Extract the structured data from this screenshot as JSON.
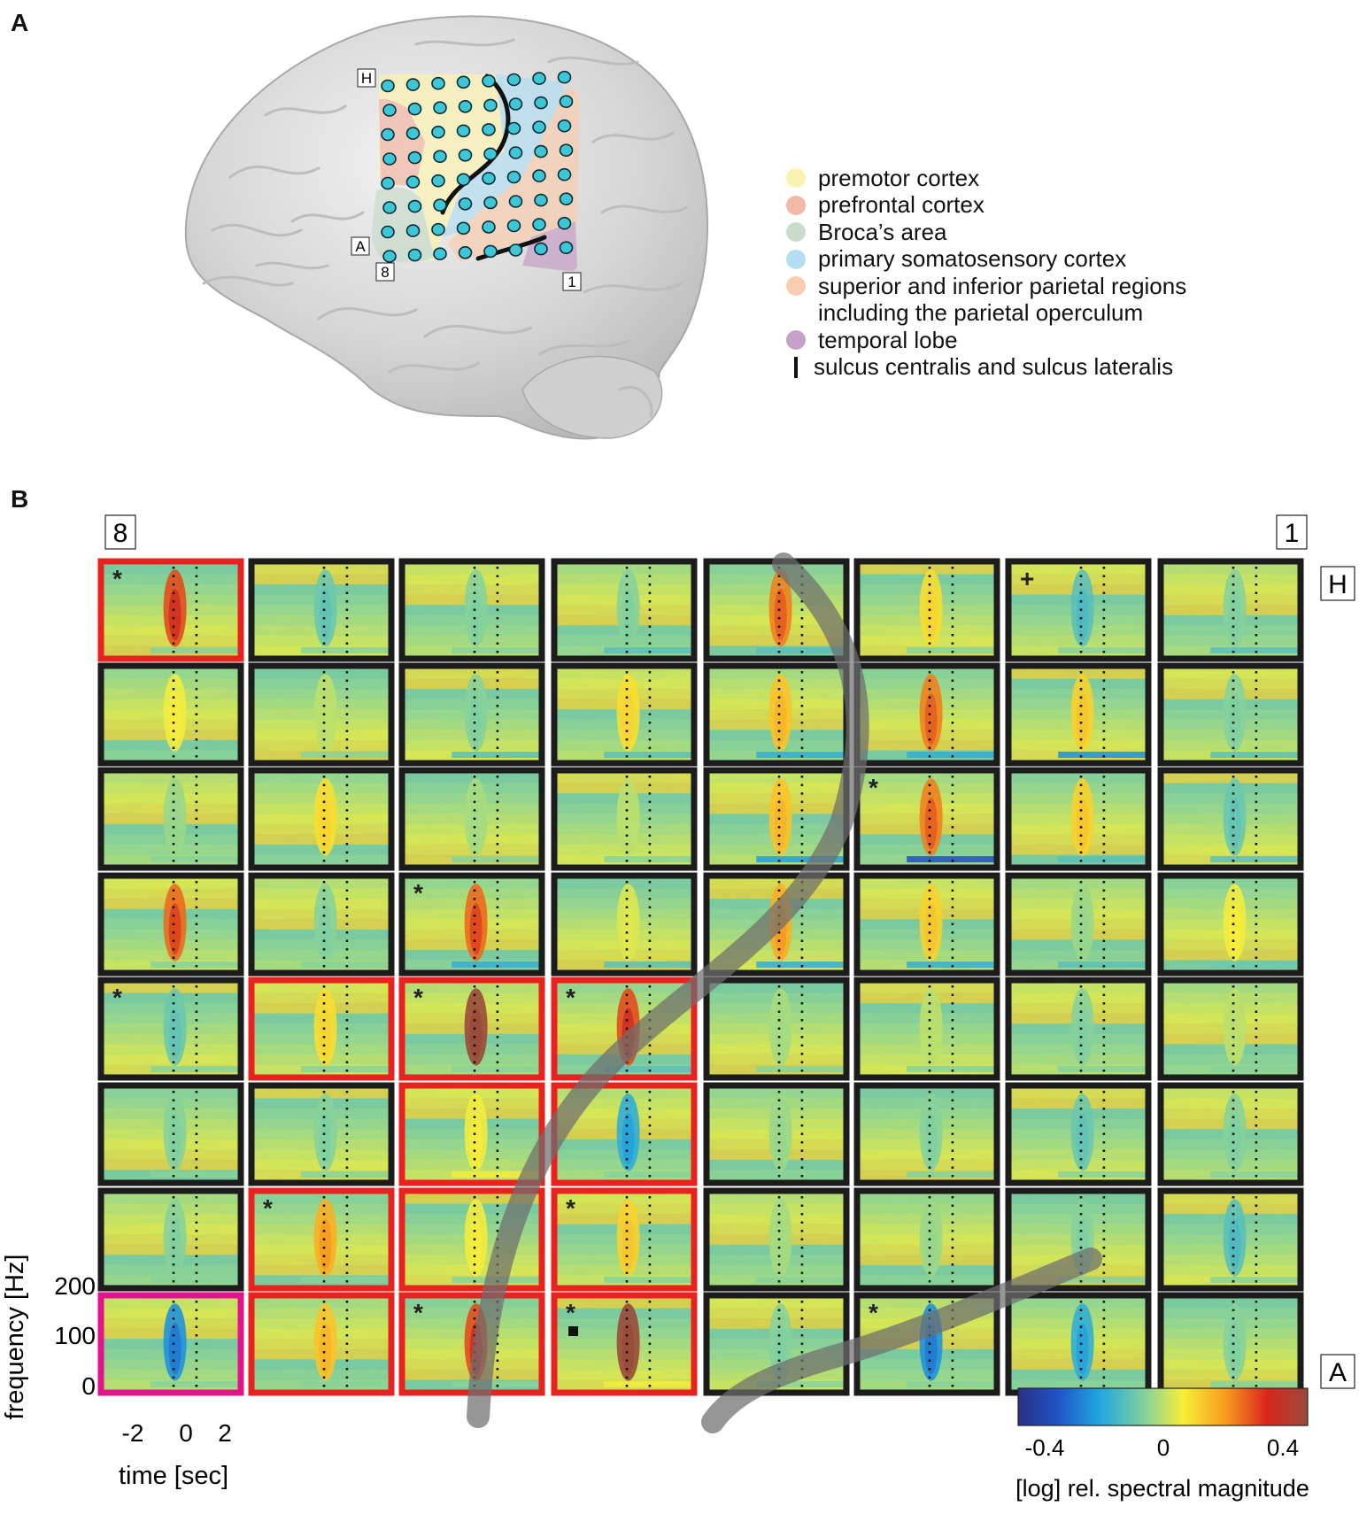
{
  "panel_a": {
    "letter": "A",
    "grid_corner_labels": {
      "top_left": "H",
      "bottom_left": "A",
      "bottom_num_left": "8",
      "bottom_num_right": "1"
    },
    "legend": [
      {
        "label": "premotor cortex",
        "color": "#fbf2b0"
      },
      {
        "label": "prefrontal cortex",
        "color": "#f2b8a6"
      },
      {
        "label": "Broca’s area",
        "color": "#c9dccc"
      },
      {
        "label": "primary somatosensory cortex",
        "color": "#b4ddf2"
      },
      {
        "label": "superior and inferior parietal regions",
        "color": "#f8cdb0"
      },
      {
        "label": "including the parietal operculum",
        "color": ""
      },
      {
        "label": "temporal lobe",
        "color": "#c7a1c8"
      },
      {
        "label": "sulcus centralis and sulcus lateralis",
        "color": "#111111"
      }
    ]
  },
  "panel_b": {
    "letter": "B",
    "column_label_left": "8",
    "column_label_right": "1",
    "row_label_top": "H",
    "row_label_bottom": "A",
    "y_axis": {
      "label": "frequency [Hz]",
      "ticks": [
        "200",
        "100",
        "0"
      ]
    },
    "x_axis": {
      "label": "time [sec]",
      "ticks": [
        "-2",
        "0",
        "2"
      ]
    },
    "colorbar": {
      "label": "[log] rel. spectral magnitude",
      "ticks": [
        "-0.4",
        "0",
        "0.4"
      ],
      "min": -0.4,
      "max": 0.4,
      "colors": [
        "#2c2f86",
        "#1e55c8",
        "#20a6e0",
        "#7fd0a0",
        "#f7ee38",
        "#f8a020",
        "#d8261c",
        "#9a4a3a"
      ]
    },
    "marker_colors": {
      "sig_red": "#e8221f",
      "sig_magenta": "#e0148c",
      "normal": "#1c1c1c"
    },
    "grid": [
      {
        "row": 0,
        "cells": [
          {
            "border": "red",
            "mark": "*",
            "peak": 0.25,
            "lowBand": -0.05
          },
          {
            "border": "black",
            "mark": "",
            "peak": -0.08,
            "lowBand": -0.05
          },
          {
            "border": "black",
            "mark": "",
            "peak": -0.05,
            "lowBand": -0.05
          },
          {
            "border": "black",
            "mark": "",
            "peak": -0.05,
            "lowBand": -0.1
          },
          {
            "border": "black",
            "mark": "",
            "peak": 0.2,
            "lowBand": -0.1
          },
          {
            "border": "black",
            "mark": "",
            "peak": 0.08,
            "lowBand": -0.05
          },
          {
            "border": "black",
            "mark": "+",
            "peak": -0.1,
            "lowBand": -0.05
          },
          {
            "border": "black",
            "mark": "",
            "peak": -0.05,
            "lowBand": -0.1
          }
        ]
      },
      {
        "row": 1,
        "cells": [
          {
            "border": "black",
            "mark": "",
            "peak": 0.05,
            "lowBand": -0.05
          },
          {
            "border": "black",
            "mark": "",
            "peak": 0.0,
            "lowBand": -0.05
          },
          {
            "border": "black",
            "mark": "",
            "peak": -0.05,
            "lowBand": -0.1
          },
          {
            "border": "black",
            "mark": "",
            "peak": 0.08,
            "lowBand": -0.1
          },
          {
            "border": "black",
            "mark": "",
            "peak": 0.12,
            "lowBand": -0.15
          },
          {
            "border": "black",
            "mark": "",
            "peak": 0.2,
            "lowBand": -0.15
          },
          {
            "border": "black",
            "mark": "",
            "peak": 0.1,
            "lowBand": -0.2
          },
          {
            "border": "black",
            "mark": "",
            "peak": -0.05,
            "lowBand": -0.1
          }
        ]
      },
      {
        "row": 2,
        "cells": [
          {
            "border": "black",
            "mark": "",
            "peak": -0.03,
            "lowBand": -0.05
          },
          {
            "border": "black",
            "mark": "",
            "peak": 0.08,
            "lowBand": -0.05
          },
          {
            "border": "black",
            "mark": "",
            "peak": -0.02,
            "lowBand": -0.05
          },
          {
            "border": "black",
            "mark": "",
            "peak": 0.0,
            "lowBand": -0.05
          },
          {
            "border": "black",
            "mark": "",
            "peak": 0.12,
            "lowBand": -0.18
          },
          {
            "border": "black",
            "mark": "*",
            "peak": 0.2,
            "lowBand": -0.3
          },
          {
            "border": "black",
            "mark": "",
            "peak": 0.1,
            "lowBand": -0.1
          },
          {
            "border": "black",
            "mark": "",
            "peak": -0.08,
            "lowBand": -0.1
          }
        ]
      },
      {
        "row": 3,
        "cells": [
          {
            "border": "black",
            "mark": "",
            "peak": 0.22,
            "lowBand": -0.05
          },
          {
            "border": "black",
            "mark": "",
            "peak": -0.05,
            "lowBand": -0.05
          },
          {
            "border": "black",
            "mark": "*",
            "peak": 0.22,
            "lowBand": -0.15
          },
          {
            "border": "black",
            "mark": "",
            "peak": 0.03,
            "lowBand": -0.1
          },
          {
            "border": "black",
            "mark": "",
            "peak": 0.15,
            "lowBand": -0.15
          },
          {
            "border": "black",
            "mark": "",
            "peak": 0.1,
            "lowBand": -0.15
          },
          {
            "border": "black",
            "mark": "",
            "peak": -0.03,
            "lowBand": -0.1
          },
          {
            "border": "black",
            "mark": "",
            "peak": 0.05,
            "lowBand": -0.08
          }
        ]
      },
      {
        "row": 4,
        "cells": [
          {
            "border": "black",
            "mark": "*",
            "peak": -0.08,
            "lowBand": -0.05
          },
          {
            "border": "red",
            "mark": "",
            "peak": 0.08,
            "lowBand": -0.05
          },
          {
            "border": "red",
            "mark": "*",
            "peak": 0.4,
            "lowBand": -0.05
          },
          {
            "border": "red",
            "mark": "*",
            "peak": 0.25,
            "lowBand": -0.1
          },
          {
            "border": "black",
            "mark": "",
            "peak": -0.02,
            "lowBand": -0.05
          },
          {
            "border": "black",
            "mark": "",
            "peak": 0.0,
            "lowBand": -0.05
          },
          {
            "border": "black",
            "mark": "",
            "peak": -0.05,
            "lowBand": -0.05
          },
          {
            "border": "black",
            "mark": "",
            "peak": 0.0,
            "lowBand": -0.05
          }
        ]
      },
      {
        "row": 5,
        "cells": [
          {
            "border": "black",
            "mark": "",
            "peak": -0.05,
            "lowBand": -0.05
          },
          {
            "border": "black",
            "mark": "",
            "peak": -0.05,
            "lowBand": -0.05
          },
          {
            "border": "red",
            "mark": "",
            "peak": 0.05,
            "lowBand": 0.05
          },
          {
            "border": "red",
            "mark": "",
            "peak": -0.15,
            "lowBand": -0.05
          },
          {
            "border": "black",
            "mark": "",
            "peak": -0.03,
            "lowBand": -0.05
          },
          {
            "border": "black",
            "mark": "",
            "peak": -0.05,
            "lowBand": -0.05
          },
          {
            "border": "black",
            "mark": "",
            "peak": -0.08,
            "lowBand": -0.05
          },
          {
            "border": "black",
            "mark": "",
            "peak": -0.05,
            "lowBand": -0.05
          }
        ]
      },
      {
        "row": 6,
        "cells": [
          {
            "border": "black",
            "mark": "",
            "peak": -0.05,
            "lowBand": -0.05
          },
          {
            "border": "red",
            "mark": "*",
            "peak": 0.15,
            "lowBand": -0.05
          },
          {
            "border": "red",
            "mark": "",
            "peak": 0.05,
            "lowBand": -0.05
          },
          {
            "border": "red",
            "mark": "*",
            "peak": 0.1,
            "lowBand": -0.05
          },
          {
            "border": "black",
            "mark": "",
            "peak": -0.02,
            "lowBand": -0.05
          },
          {
            "border": "black",
            "mark": "",
            "peak": -0.03,
            "lowBand": -0.05
          },
          {
            "border": "black",
            "mark": "",
            "peak": -0.05,
            "lowBand": -0.05
          },
          {
            "border": "black",
            "mark": "",
            "peak": -0.1,
            "lowBand": -0.05
          }
        ]
      },
      {
        "row": 7,
        "cells": [
          {
            "border": "magenta",
            "mark": "",
            "peak": -0.2,
            "lowBand": -0.05
          },
          {
            "border": "red",
            "mark": "",
            "peak": 0.12,
            "lowBand": -0.05
          },
          {
            "border": "red",
            "mark": "*",
            "peak": 0.25,
            "lowBand": -0.05
          },
          {
            "border": "red",
            "mark": "*",
            "peak": 0.4,
            "lowBand": 0.05
          },
          {
            "border": "black",
            "mark": "",
            "peak": -0.05,
            "lowBand": -0.05
          },
          {
            "border": "black",
            "mark": "*",
            "peak": -0.2,
            "lowBand": -0.05
          },
          {
            "border": "black",
            "mark": "",
            "peak": -0.15,
            "lowBand": -0.05
          },
          {
            "border": "black",
            "mark": "",
            "peak": -0.05,
            "lowBand": -0.05
          }
        ]
      }
    ]
  }
}
